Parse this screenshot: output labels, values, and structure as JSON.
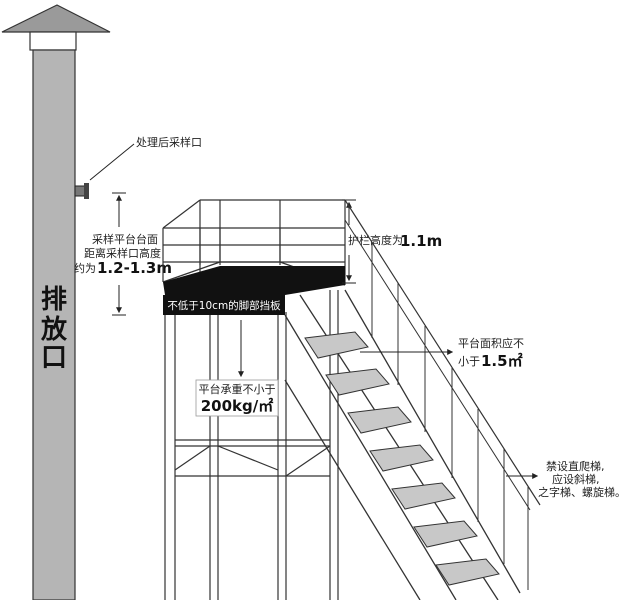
{
  "chimney": {
    "label_line1": "排",
    "label_line2": "放",
    "label_line3": "口"
  },
  "sampling_port": {
    "label": "处理后采样口"
  },
  "platform_height": {
    "line1": "采样平台台面",
    "line2": "距离采样口高度",
    "line3_prefix": "约为",
    "value": "1.2-1.3m"
  },
  "railing_height": {
    "prefix": "护栏高度为",
    "value": "1.1m"
  },
  "toe_board": {
    "label": "不低于10cm的脚部挡板"
  },
  "load": {
    "line1": "平台承重不小于",
    "value": "200kg/㎡"
  },
  "platform_area": {
    "line1": "平台面积应不",
    "line2_prefix": "小于",
    "value": "1.5㎡"
  },
  "ladder_note": {
    "line1": "禁设直爬梯,",
    "line2": "应设斜梯,",
    "line3": "之字梯、螺旋梯。"
  },
  "colors": {
    "chimney_fill": "#b5b5b5",
    "chimney_cap": "#9a9a9a",
    "toe_board": "#111111",
    "step_fill": "#c8c8c8",
    "line": "#333333"
  }
}
